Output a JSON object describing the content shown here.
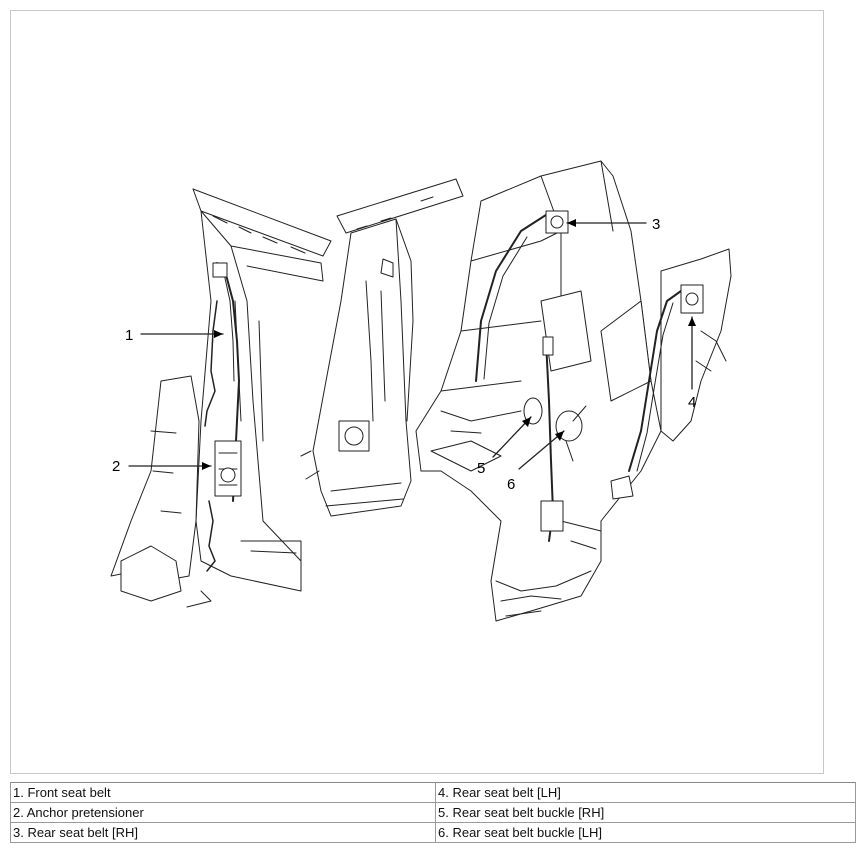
{
  "callouts": [
    "1",
    "2",
    "3",
    "4",
    "5",
    "6"
  ],
  "legend": {
    "left": [
      "1. Front seat belt",
      "2. Anchor pretensioner",
      "3. Rear seat belt [RH]"
    ],
    "right": [
      "4. Rear seat belt [LH]",
      "5. Rear seat belt buckle [RH]",
      "6. Rear seat belt buckle [LH]"
    ]
  }
}
